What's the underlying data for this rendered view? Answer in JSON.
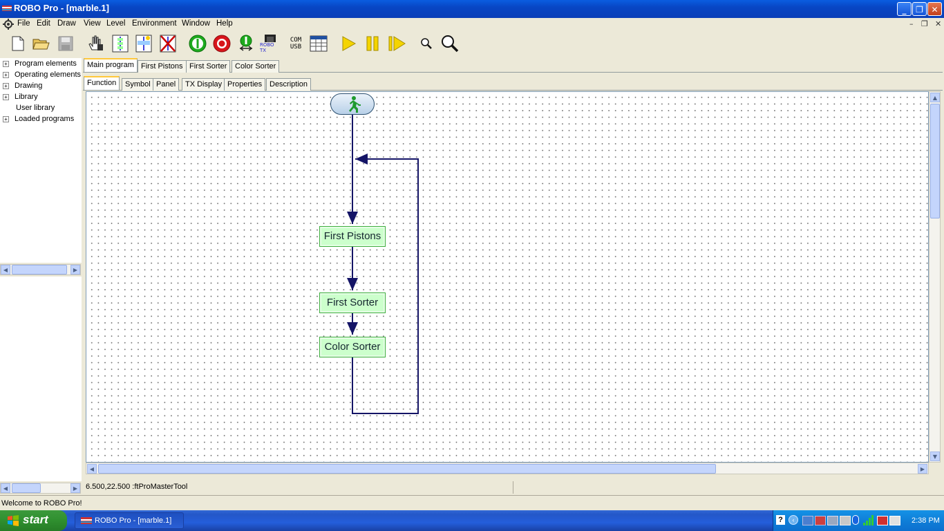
{
  "window": {
    "title": "ROBO Pro - [marble.1]"
  },
  "menu": [
    "File",
    "Edit",
    "Draw",
    "View",
    "Level",
    "Environment",
    "Window",
    "Help"
  ],
  "toolbar": {
    "robotx_label": "ROBO TX",
    "com_label": "COM",
    "usb_label": "USB"
  },
  "tree": [
    "Program elements",
    "Operating elements",
    "Drawing",
    "Library",
    "User library",
    "Loaded programs"
  ],
  "program_tabs": [
    "Main program",
    "First Pistons",
    "First Sorter",
    "Color Sorter"
  ],
  "view_tabs": [
    "Function",
    "Symbol",
    "Panel",
    "TX Display",
    "Properties",
    "Description"
  ],
  "flow": {
    "blocks": [
      "First Pistons",
      "First Sorter",
      "Color Sorter"
    ]
  },
  "status": {
    "coords": "6.500,22.500 :ftProMasterTool"
  },
  "message": "Welcome to ROBO Pro!",
  "taskbar": {
    "start_label": "start",
    "task_label": "ROBO Pro - [marble.1]",
    "clock": "2:38 PM"
  }
}
